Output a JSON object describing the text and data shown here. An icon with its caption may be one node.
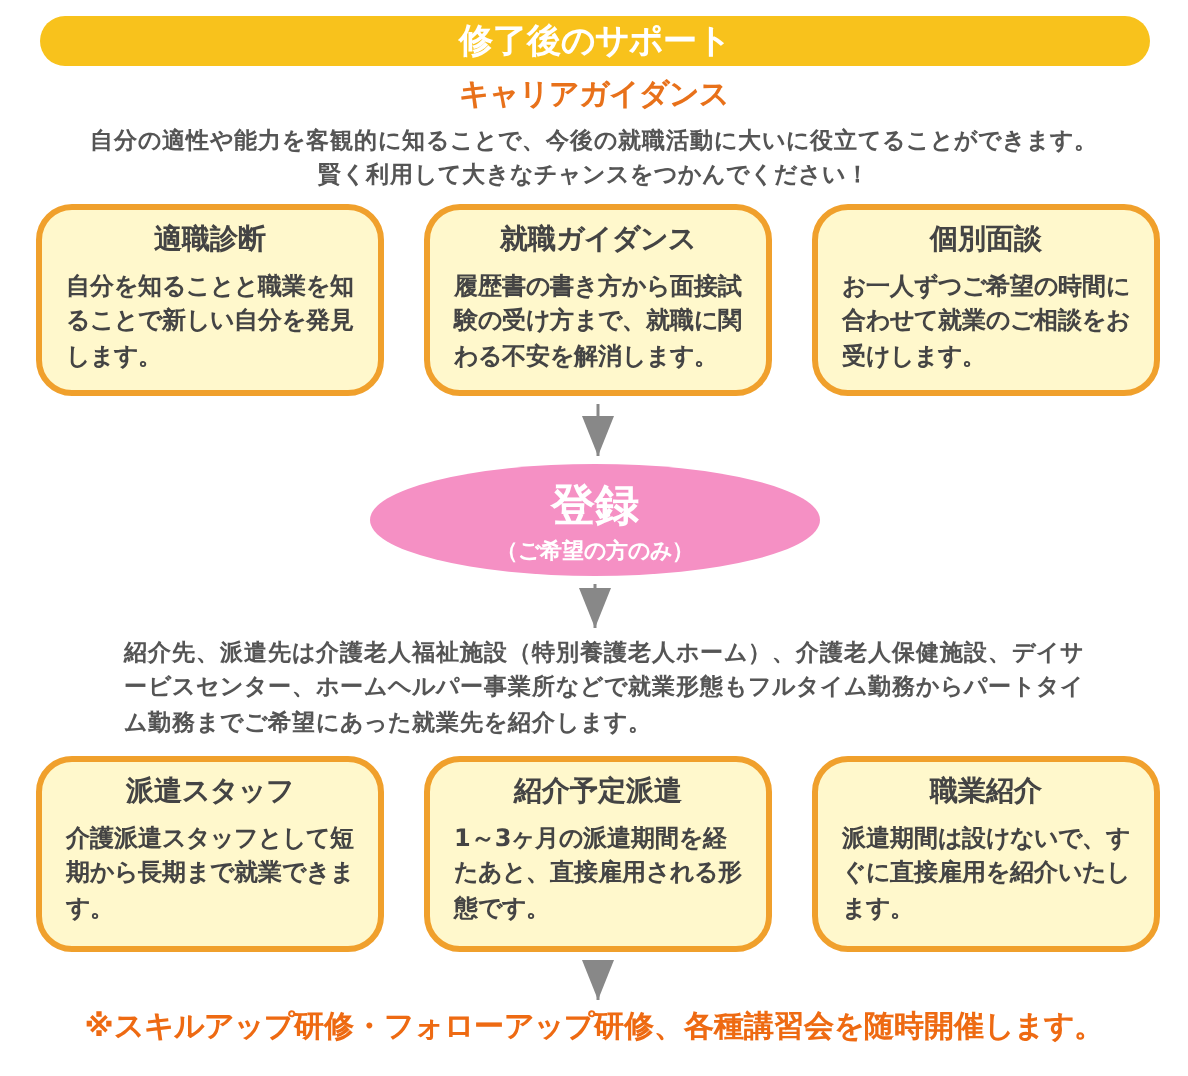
{
  "diagram": {
    "nodes": [
      {
        "text": [
          "修了後のサポート"
        ]
      },
      {
        "text": [
          "適職診断",
          "自分を知ることと職業を知ることで新しい自分を発見します。"
        ]
      },
      {
        "text": [
          "就職ガイダンス",
          "履歴書の書き方から面接試験の受け方まで、就職に関わる不安を解消します。"
        ]
      },
      {
        "text": [
          "個別面談",
          "お一人ずつご希望の時間に合わせて就業のご相談をお受けします。"
        ]
      },
      {
        "text": [
          "登録",
          "（ご希望の方のみ）"
        ]
      },
      {
        "text": [
          "紹介先、派遣先は介護老人福祉施設（特別養護老人ホーム）、介護老人保健施設、デイサービスセンター、ホームヘルパー事業所などで就業形態もフルタイム勤務からパートタイム勤務までご希望にあった就業先を紹介します。"
        ]
      },
      {
        "text": [
          "派遣スタッフ",
          "介護派遣スタッフとして短期から長期まで就業できます。"
        ]
      },
      {
        "text": [
          "紹介予定派遣",
          "1～3ヶ月の派遣期間を経たあと、直接雇用される形態です。"
        ]
      },
      {
        "text": [
          "職業紹介",
          "派遣期間は設けないで、すぐに直接雇用を紹介いたします。"
        ]
      },
      {
        "text": [
          "※スキルアップ研修・フォローアップ研修、各種講習会を随時開催します。"
        ]
      }
    ],
    "edges": [
      {
        "from": 2,
        "to": 4,
        "arrow": "to"
      },
      {
        "from": 4,
        "to": 5,
        "arrow": "to"
      },
      {
        "from": 7,
        "to": 9,
        "arrow": "to"
      }
    ],
    "labels": [
      "キャリアガイダンス",
      "自分の適性や能力を客観的に知ることで、今後の就職活動に大いに役立てることができます。賢く利用して大きなチャンスをつかんでください！"
    ]
  }
}
